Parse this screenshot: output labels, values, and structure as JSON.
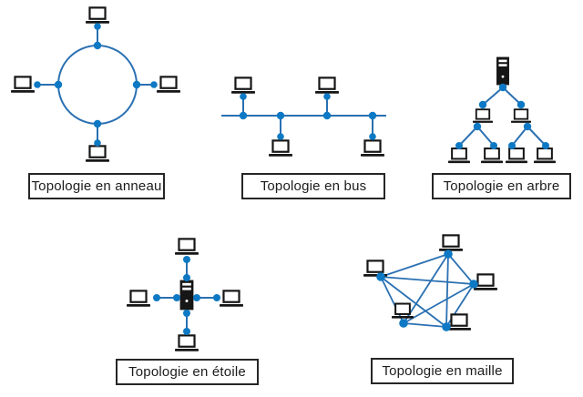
{
  "figure": {
    "description": "Cinq topologies de réseau",
    "background": "#ffffff"
  },
  "colors": {
    "page_bg": "#ffffff",
    "edge_blue": "#2a70b2",
    "node_blue": "#0d79c4",
    "icon_black": "#161616",
    "label_border": "#262626",
    "label_text": "#1c1c1c"
  },
  "icons": [
    "laptop-icon",
    "server-icon",
    "connection-node-dot"
  ],
  "topologies": [
    {
      "id": "ring",
      "label": "Topologie en anneau",
      "devices": {
        "laptops": 4,
        "servers": 0
      },
      "links": 4
    },
    {
      "id": "bus",
      "label": "Topologie en bus",
      "devices": {
        "laptops": 4,
        "servers": 0
      },
      "links": 4
    },
    {
      "id": "tree",
      "label": "Topologie en arbre",
      "devices": {
        "laptops": 6,
        "servers": 1
      },
      "links": 6
    },
    {
      "id": "star",
      "label": "Topologie en étoile",
      "devices": {
        "laptops": 4,
        "servers": 1
      },
      "links": 4
    },
    {
      "id": "mesh",
      "label": "Topologie en maille",
      "devices": {
        "laptops": 5,
        "servers": 0
      },
      "links": 10
    }
  ],
  "labels": {
    "ring": "Topologie en anneau",
    "bus": "Topologie en bus",
    "tree": "Topologie en arbre",
    "star": "Topologie en étoile",
    "mesh": "Topologie en maille"
  }
}
